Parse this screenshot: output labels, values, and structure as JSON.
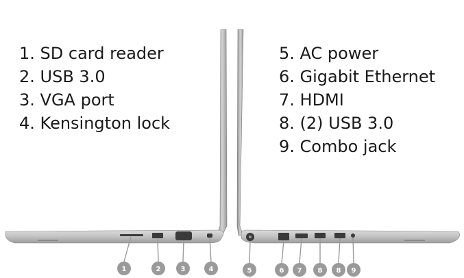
{
  "left_panel": {
    "items": [
      {
        "label": "1. SD card reader"
      },
      {
        "label": "2. USB 3.0"
      },
      {
        "label": "3. VGA port"
      },
      {
        "label": "4. Kensington lock"
      }
    ],
    "callouts": [
      "1",
      "2",
      "3",
      "4"
    ]
  },
  "right_panel": {
    "items": [
      {
        "label": "5. AC power"
      },
      {
        "label": "6. Gigabit Ethernet"
      },
      {
        "label": "7. HDMI"
      },
      {
        "label": "8. (2) USB 3.0"
      },
      {
        "label": "9. Combo jack"
      }
    ],
    "callouts": [
      "5",
      "6",
      "7",
      "8",
      "8",
      "9"
    ]
  },
  "colors": {
    "callout_fill": "#9a9a9a",
    "chassis": "#c4c4c4",
    "chassis_shadow": "#8f8f8f",
    "port": "#3a3a3a"
  }
}
